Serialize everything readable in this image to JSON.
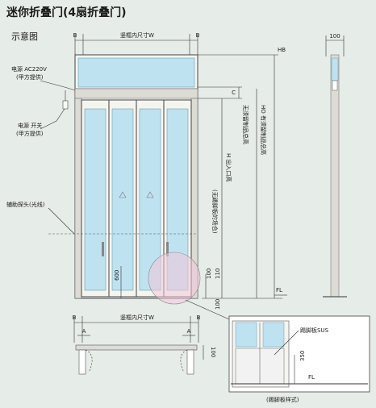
{
  "title": "迷你折叠门(4扇折叠门)",
  "subtitle": "示意图",
  "labels": {
    "power": "电源 AC220V",
    "power_sub": "(甲方提供)",
    "switch": "电源 开关",
    "switch_sub": "(甲方提供)",
    "sensor": "辅助探头(光线)",
    "frame_w_top": "竖框内尺寸W",
    "frame_w_bottom": "竖框内尺寸W",
    "h_entry": "H 出入口高",
    "h_no_sill": "无须留制品总高",
    "h_with_sill": "HO 有须留制品总高",
    "no_sill_note": "(无踢脚板的场合)",
    "kick_plate": "踢脚板SUS",
    "kick_plate_style": "(踢脚板样式)",
    "fl1": "FL",
    "fl2": "FL"
  },
  "dims": {
    "b": "B",
    "a": "A",
    "c": "C",
    "hb": "HB",
    "d100_top": "100",
    "d600": "600",
    "d100a": "100",
    "d110": "110",
    "d100b": "100",
    "d350": "350"
  },
  "colors": {
    "glass": "#bfe2f0",
    "highlight": "#f2c6da",
    "background": "#e6ece8"
  }
}
